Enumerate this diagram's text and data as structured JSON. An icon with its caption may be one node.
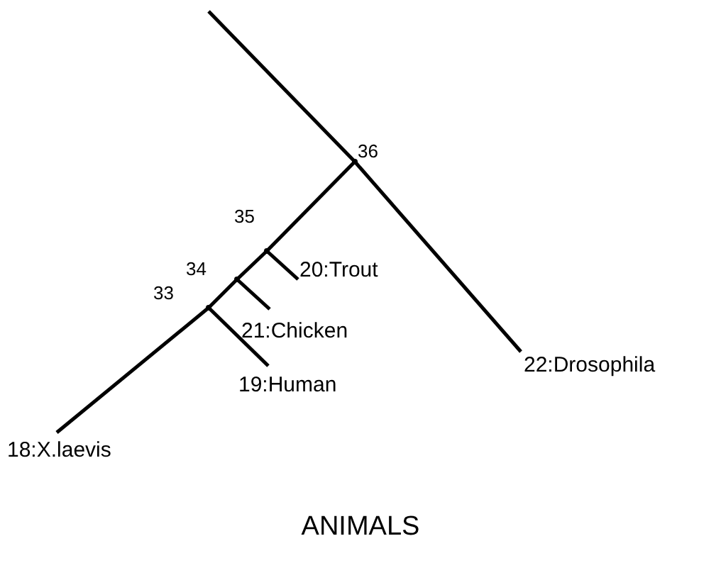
{
  "diagram": {
    "caption": "ANIMALS",
    "nodes": [
      {
        "text": [],
        "shape": "point",
        "beside": [
          "36"
        ]
      },
      {
        "text": [],
        "shape": "point",
        "beside": [
          "35"
        ]
      },
      {
        "text": [
          "20:Trout"
        ]
      },
      {
        "text": [],
        "shape": "point",
        "beside": [
          "34"
        ]
      },
      {
        "text": [
          "21:Chicken"
        ]
      },
      {
        "text": [],
        "shape": "point",
        "beside": [
          "33"
        ]
      },
      {
        "text": [
          "19:Human"
        ]
      },
      {
        "text": [
          "18:X.laevis"
        ]
      },
      {
        "text": [
          "22:Drosophila"
        ]
      }
    ],
    "edges": [
      {
        "from": null,
        "to": 0,
        "arrow": "none"
      },
      {
        "from": 0,
        "to": 1,
        "arrow": "none"
      },
      {
        "from": 1,
        "to": 2,
        "arrow": "none"
      },
      {
        "from": 1,
        "to": 3,
        "arrow": "none"
      },
      {
        "from": 3,
        "to": 4,
        "arrow": "none"
      },
      {
        "from": 3,
        "to": 5,
        "arrow": "none"
      },
      {
        "from": 5,
        "to": 6,
        "arrow": "none"
      },
      {
        "from": 5,
        "to": 7,
        "arrow": "none"
      },
      {
        "from": 0,
        "to": 8,
        "arrow": "none"
      }
    ]
  }
}
